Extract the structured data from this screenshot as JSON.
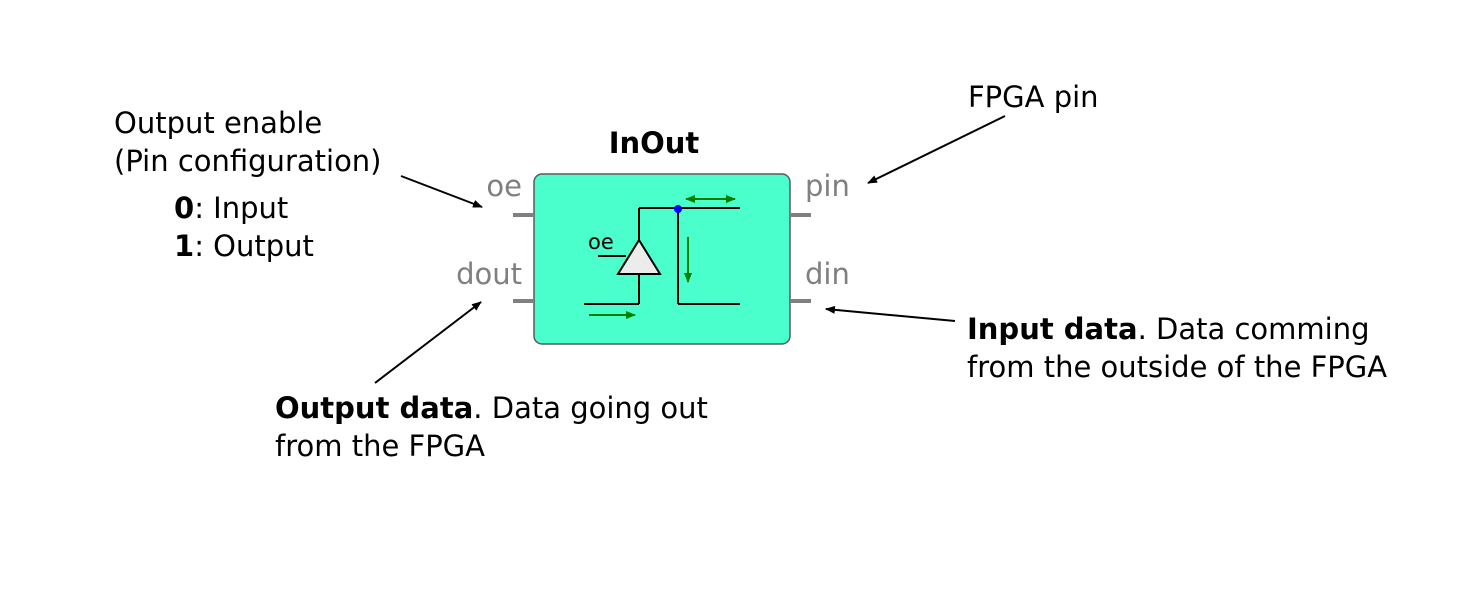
{
  "block": {
    "title": "InOut",
    "ports": {
      "oe": "oe",
      "dout": "dout",
      "pin": "pin",
      "din": "din"
    },
    "symbol_label": "oe",
    "fill_color": "#4affcb"
  },
  "annotations": {
    "output_enable": {
      "line1": "Output enable",
      "line2": "(Pin configuration)",
      "opt0_key": "0",
      "opt0_text": ": Input",
      "opt1_key": "1",
      "opt1_text": ": Output"
    },
    "fpga_pin": {
      "text": "FPGA pin"
    },
    "output_data": {
      "bold": "Output data",
      "rest1": ". Data going out",
      "line2": "from the FPGA"
    },
    "input_data": {
      "bold": "Input data",
      "rest1": ". Data comming",
      "line2": "from the outside of the FPGA"
    }
  },
  "colors": {
    "flow_arrow": "#008000",
    "node": "#0000ff",
    "port_stub": "#808080"
  }
}
